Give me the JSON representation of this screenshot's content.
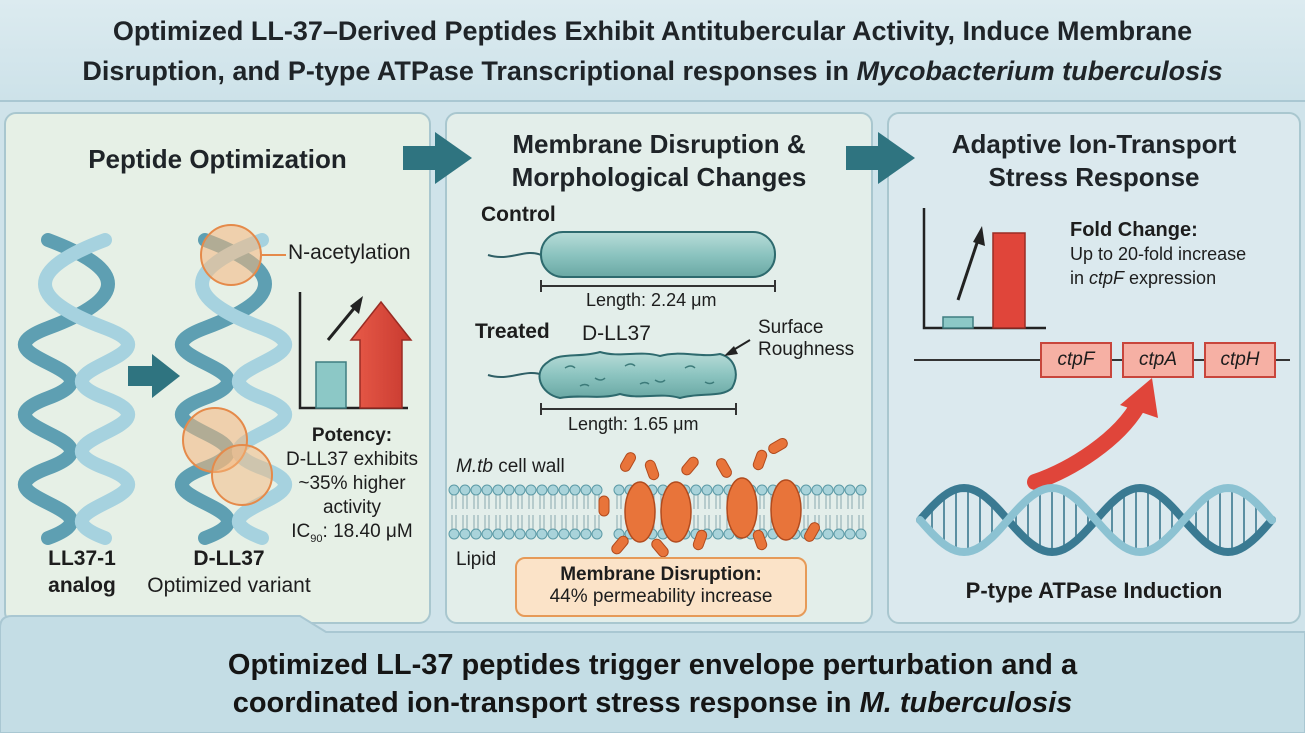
{
  "title": {
    "line1": "Optimized LL-37–Derived Peptides Exhibit Antitubercular Activity, Induce Membrane",
    "line2": "Disruption, and P-type ATPase Transcriptional responses in ",
    "line2_italic": "Mycobacterium tuberculosis"
  },
  "panel1": {
    "title": "Peptide Optimization",
    "annotation": "N-acetylation",
    "potency_heading": "Potency:",
    "potency_line1": "D-LL37 exhibits",
    "potency_line2": "~35% higher",
    "potency_line3": "activity",
    "ic_prefix": "IC",
    "ic_sub": "90",
    "ic_value": ": 18.40 μM",
    "left_label_line1": "LL37-1",
    "left_label_line2": "analog",
    "right_label": "D-LL37",
    "right_sublabel": "Optimized variant"
  },
  "panel2": {
    "title_line1": "Membrane Disruption &",
    "title_line2": "Morphological Changes",
    "control_label": "Control",
    "control_length": "Length: 2.24 μm",
    "treated_label": "Treated",
    "treated_sublabel": "D-LL37",
    "surface_line1": "Surface",
    "surface_line2": "Roughness",
    "treated_length": "Length: 1.65 μm",
    "cellwall_italic": "M.tb",
    "cellwall_rest": " cell wall",
    "lipid_label": "Lipid",
    "callout_heading": "Membrane Disruption:",
    "callout_value": "44% permeability increase"
  },
  "panel3": {
    "title_line1": "Adaptive Ion-Transport",
    "title_line2": "Stress Response",
    "fold_heading": "Fold Change:",
    "fold_line1": "Up to 20-fold increase",
    "fold_line2_prefix": "in ",
    "fold_line2_italic": "ctpF",
    "fold_line2_suffix": " expression",
    "genes": [
      "ctpF",
      "ctpA",
      "ctpH"
    ],
    "dna_label": "P-type ATPase Induction"
  },
  "bottom": {
    "line1": "Optimized LL-37 peptides trigger envelope perturbation and a",
    "line2_prefix": "coordinated ion-transport stress response in ",
    "line2_italic": "M. tuberculosis"
  },
  "colors": {
    "helix": "#7fb5c6",
    "red": "#e0453a",
    "orange_circle": "#f0a060",
    "membrane_protein": "#e8743a",
    "cell": "#8cc4c0",
    "arrow_flow": "#2f7480"
  }
}
